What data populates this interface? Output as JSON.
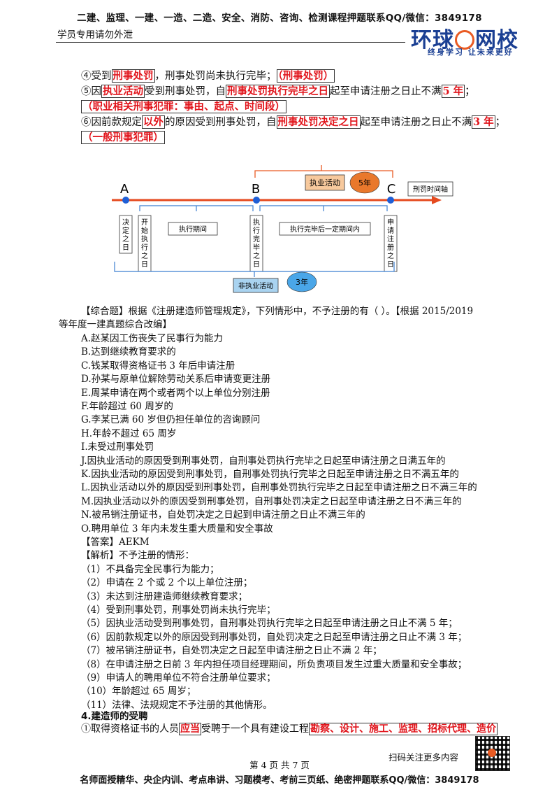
{
  "header": {
    "top_line": "二建、监理、一建、一造、二造、安全、消防、咨询、检测课程押题联系QQ/微信：3849178",
    "sub_line": "学员专用请勿外泄",
    "logo_text_a": "环球",
    "logo_text_b": "网校",
    "logo_slogan": "终身学习 让未来更好"
  },
  "top": {
    "l4_a": "④受到",
    "l4_b": "刑事处罚",
    "l4_c": "，刑事处罚尚未执行完毕；",
    "l4_d": "（刑事处罚）",
    "l5_a": "⑤因",
    "l5_b": "执业活动",
    "l5_c": "受到刑事处罚，自",
    "l5_d": "刑事处罚执行完毕之日",
    "l5_e": "起至申请注册之日止不满",
    "l5_f": "5 年",
    "l5_g": "；",
    "l5_note": "（职业相关刑事犯罪：事由、起点、时间段）",
    "l6_a": "⑥因前款规定",
    "l6_b": "以外",
    "l6_c": "的原因受到刑事处罚，自",
    "l6_d": "刑事处罚决定之日",
    "l6_e": "起至申请注册之日止不满",
    "l6_f": "3 年",
    "l6_g": "；",
    "l6_note": "（一般刑事犯罪）"
  },
  "diagram": {
    "A": "A",
    "B": "B",
    "C": "C",
    "axis_label": "刑罚时间轴",
    "exec_activity": "执业活动",
    "five_years": "5年",
    "non_exec_activity": "非执业活动",
    "three_years": "3年",
    "box_decide": "决定之日",
    "box_start": "开始执行之日",
    "box_exec_period": "执行期间",
    "box_exec_done": "执行完毕之日",
    "box_after": "执行完毕后一定期间内",
    "box_apply": "申请注册之日"
  },
  "question": {
    "stem_line1": "【综合题】根据《注册建造师管理规定》，下列情形中，不予注册的有（  ）。【根据 2015/2019",
    "stem_line2": "等年度一建真题综合改编】",
    "options": [
      "A.赵某因工伤丧失了民事行为能力",
      "B.达到继续教育要求的",
      "C.钱某取得资格证书 3 年后申请注册",
      "D.孙某与原单位解除劳动关系后申请变更注册",
      "E.周某申请在两个或者两个以上单位分别注册",
      "F.年龄超过 60 周岁的",
      "G.李某已满 60 岁但仍担任单位的咨询顾问",
      "H.年龄不超过 65 周岁",
      "I.未受过刑事处罚",
      "J.因执业活动的原因受到刑事处罚，自刑事处罚执行完毕之日起至申请注册之日满五年的",
      "K.因执业活动的原因受到刑事处罚，自刑事处罚执行完毕之日起至申请注册之日不满五年的",
      "L.因执业活动以外的原因受到刑事处罚，自刑事处罚执行完毕之日起至申请注册之日不满三年的",
      "M.因执业活动以外的原因受到刑事处罚，自刑事处罚决定之日起至申请注册之日不满三年的",
      "N.被吊销注册证书，自处罚决定之日起到申请注册之日止不满三年的",
      "O.聘用单位 3 年内未发生重大质量和安全事故"
    ],
    "answer": "【答案】AEKM",
    "analysis_title": "【解析】不予注册的情形：",
    "analysis": [
      "（1）不具备完全民事行为能力；",
      "（2）申请在 2 个或 2 个以上单位注册；",
      "（3）未达到注册建造师继续教育要求；",
      "（4）受到刑事处罚，刑事处罚尚未执行完毕；",
      "（5）因执业活动受到刑事处罚，自刑事处罚执行完毕之日起至申请注册之日止不满 5 年；",
      "（6）因前款规定以外的原因受到刑事处罚，自处罚决定之日起至申请注册之日止不满 3 年；",
      "（7）被吊销注册证书，自处罚决定之日起至申请注册之日止不满 2 年；",
      "（8）在申请注册之日前 3 年内担任项目经理期间，所负责项目发生过重大质量和安全事故；",
      "（9）申请人的聘用单位不符合注册单位要求；",
      "（10）年龄超过 65 周岁；",
      "（11）法律、法规规定不予注册的其他情形。"
    ]
  },
  "section4": {
    "title": "4.建造师的受聘",
    "p_a": "①取得资格证书的人员",
    "p_b": "应当",
    "p_c": "受聘于一个具有建设工程",
    "p_d": "勘察、设计、施工、监理、招标代理、造价"
  },
  "footer": {
    "scan": "扫码关注更多内容",
    "page": "第 4 页 共 7 页",
    "main": "名师面授精华、央企内训、考点串讲、习题模考、考前三页纸、绝密押题联系QQ/微信：3849178"
  },
  "colors": {
    "red": "#e1141b",
    "blue": "#1a3f93",
    "orange": "#e95b23",
    "arrow": "#e54a1f",
    "dot": "#1f5fd6",
    "bracket": "#3c7fd0"
  }
}
